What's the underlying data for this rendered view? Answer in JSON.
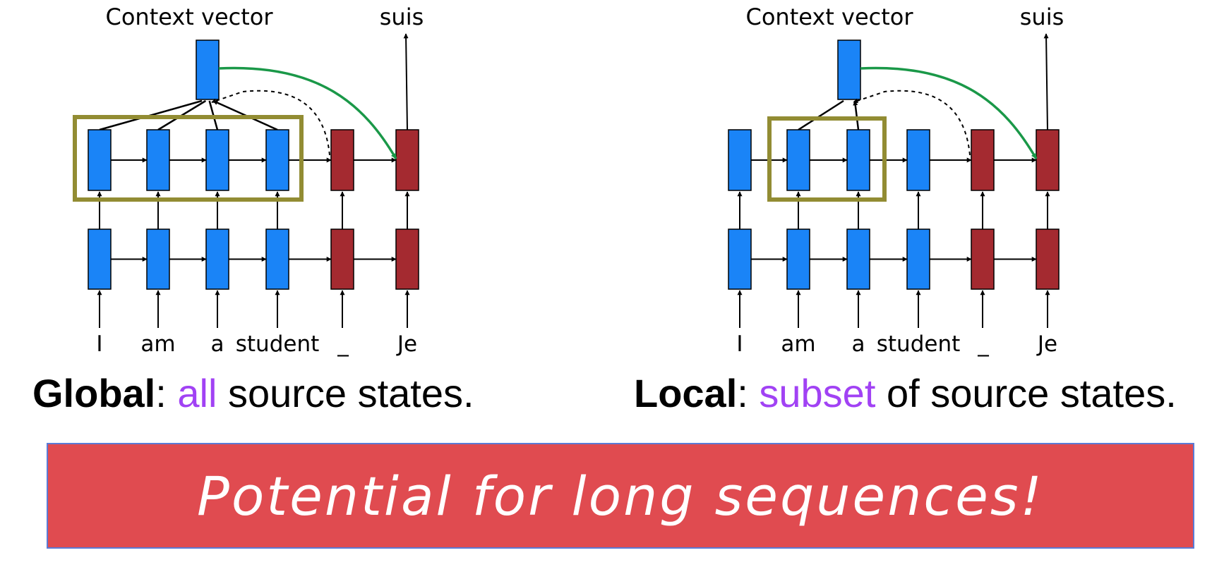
{
  "colors": {
    "encoder": "#1a84f7",
    "decoder": "#a42a30",
    "attention_box": "#928c33",
    "context_arrow": "#1a9848",
    "highlight": "#a142f4",
    "banner": "#e04b50",
    "banner_border": "#5b7bd6"
  },
  "global": {
    "context_label": "Context vector",
    "output_label": "suis",
    "inputs": [
      "I",
      "am",
      "a",
      "student",
      "_",
      "Je"
    ],
    "cells": [
      "encoder",
      "encoder",
      "encoder",
      "encoder",
      "decoder",
      "decoder"
    ],
    "caption": {
      "term": "Global",
      "sep": ":",
      "highlight": "all",
      "rest": "source states."
    }
  },
  "local": {
    "context_label": "Context vector",
    "output_label": "suis",
    "inputs": [
      "I",
      "am",
      "a",
      "student",
      "_",
      "Je"
    ],
    "cells": [
      "encoder",
      "encoder",
      "encoder",
      "encoder",
      "decoder",
      "decoder"
    ],
    "caption": {
      "term": "Local",
      "sep": ":",
      "highlight": "subset",
      "rest": "of source states."
    }
  },
  "banner": {
    "text": "Potential for long sequences!"
  }
}
